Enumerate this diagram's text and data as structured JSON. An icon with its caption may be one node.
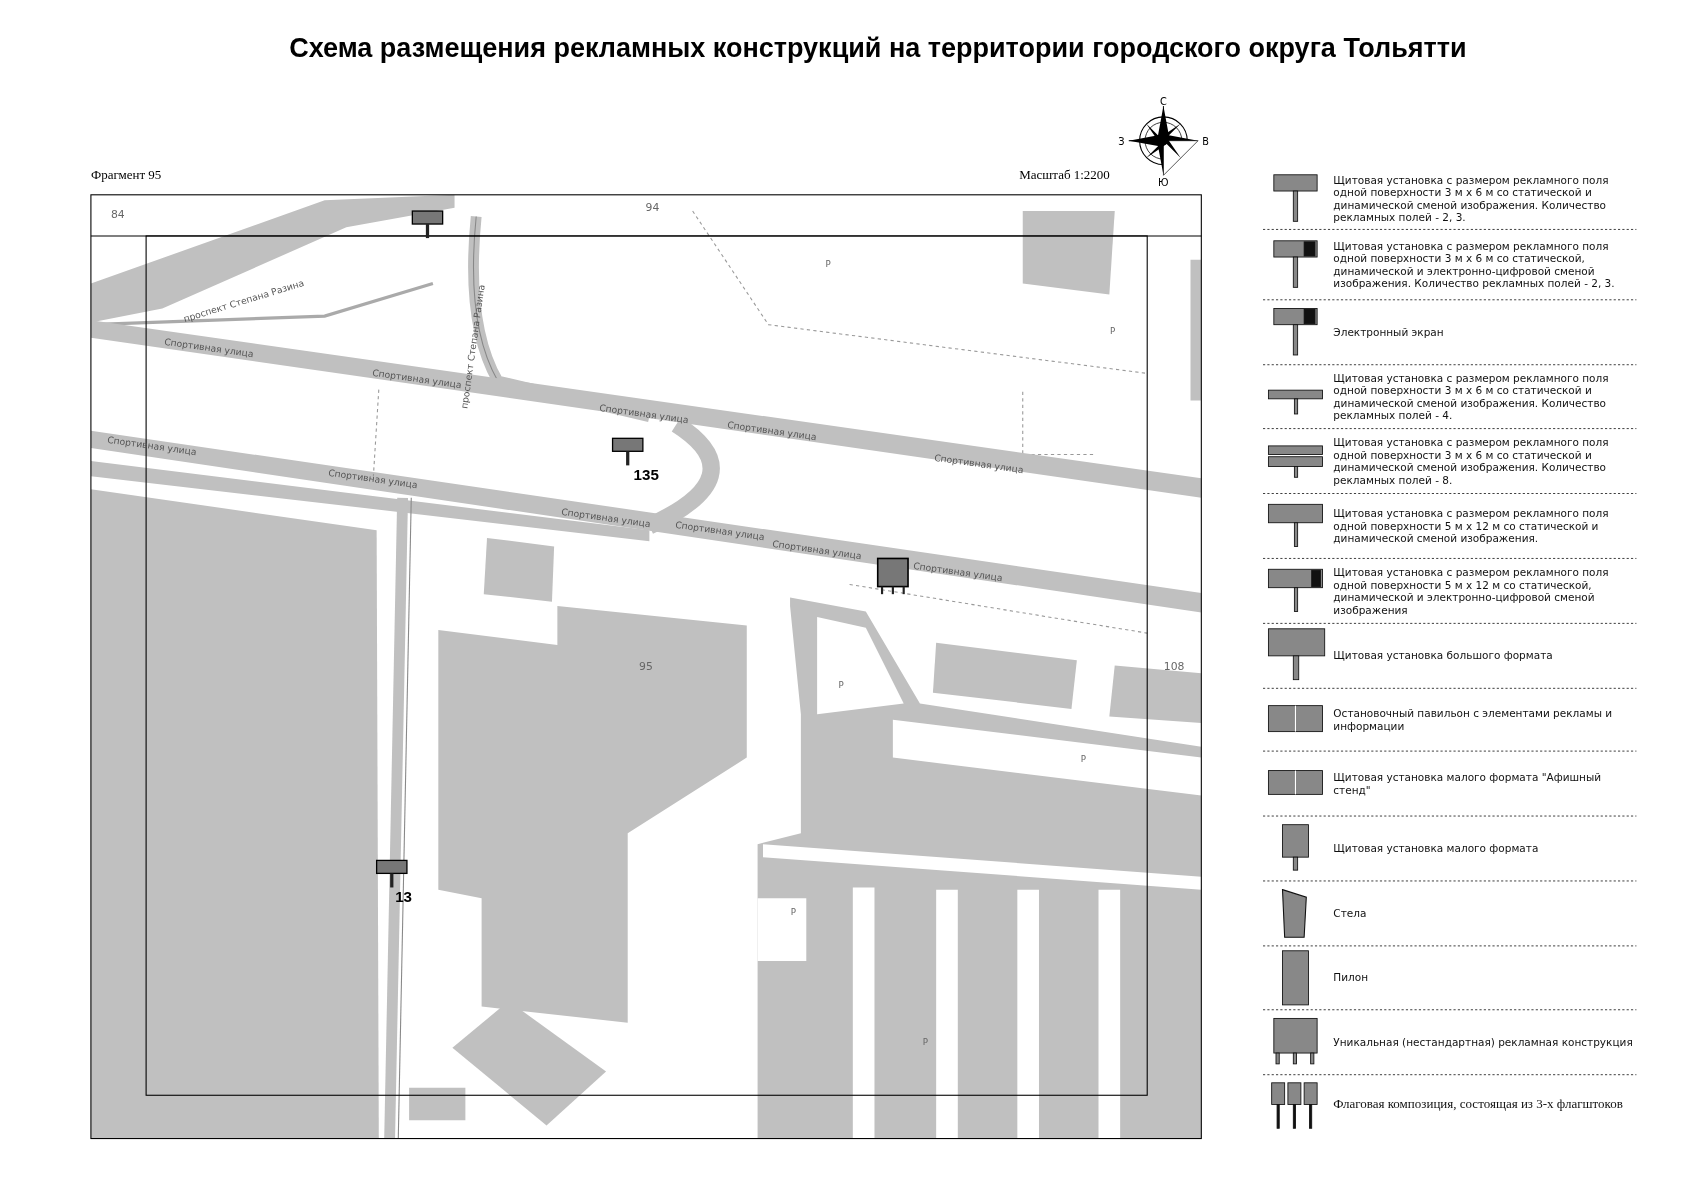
{
  "diagram": {
    "title": "Схема размещения рекламных конструкций на территории городского округа Тольятти",
    "labels": [
      "Фрагмент 95",
      "Масштаб 1:2200",
      "С",
      "З",
      "В",
      "Ю",
      "84",
      "94",
      "95",
      "108",
      "135",
      "13",
      "Спортивная улица",
      "Спортивная улица",
      "Спортивная улица",
      "Спортивная улица",
      "Спортивная улица",
      "Спортивная улица",
      "Спортивная улица",
      "Спортивная улица",
      "Спортивная улица",
      "Спортивная улица",
      "Спортивная улица",
      "проспект Степана Разина",
      "проспект Степана Разина",
      "Р",
      "Р",
      "Р",
      "Р",
      "Р",
      "Р"
    ],
    "legend": [
      {
        "text": "Щитовая установка с размером рекламного поля одной поверхности 3 м х 6 м со статической и динамической сменой изображения. Количество рекламных полей - 2, 3."
      },
      {
        "text": "Щитовая установка с размером рекламного поля одной поверхности 3 м х 6 м со статической, динамической и электронно-цифровой сменой изображения. Количество рекламных полей - 2, 3."
      },
      {
        "text": "Электронный экран"
      },
      {
        "text": "Щитовая установка с размером рекламного поля одной поверхности 3 м х 6 м со статической и динамической сменой изображения. Количество рекламных полей - 4."
      },
      {
        "text": "Щитовая установка с размером рекламного поля одной поверхности 3 м х 6 м со статической и динамической сменой изображения. Количество рекламных полей - 8."
      },
      {
        "text": "Щитовая установка с размером рекламного поля одной поверхности 5 м х 12 м со статической и динамической сменой изображения."
      },
      {
        "text": "Щитовая установка с размером рекламного поля одной поверхности 5 м х 12 м со статической, динамической и электронно-цифровой сменой изображения"
      },
      {
        "text": "Щитовая установка большого формата"
      },
      {
        "text": "Остановочный павильон с элементами рекламы и информации"
      },
      {
        "text": "Щитовая установка малого формата \"Афишный стенд\""
      },
      {
        "text": "Щитовая установка малого формата"
      },
      {
        "text": "Стела"
      },
      {
        "text": "Пилон"
      },
      {
        "text": "Уникальная (нестандартная) рекламная конструкция"
      },
      {
        "text": "Флаговая композиция, состоящая из 3-х флагштоков"
      }
    ]
  }
}
